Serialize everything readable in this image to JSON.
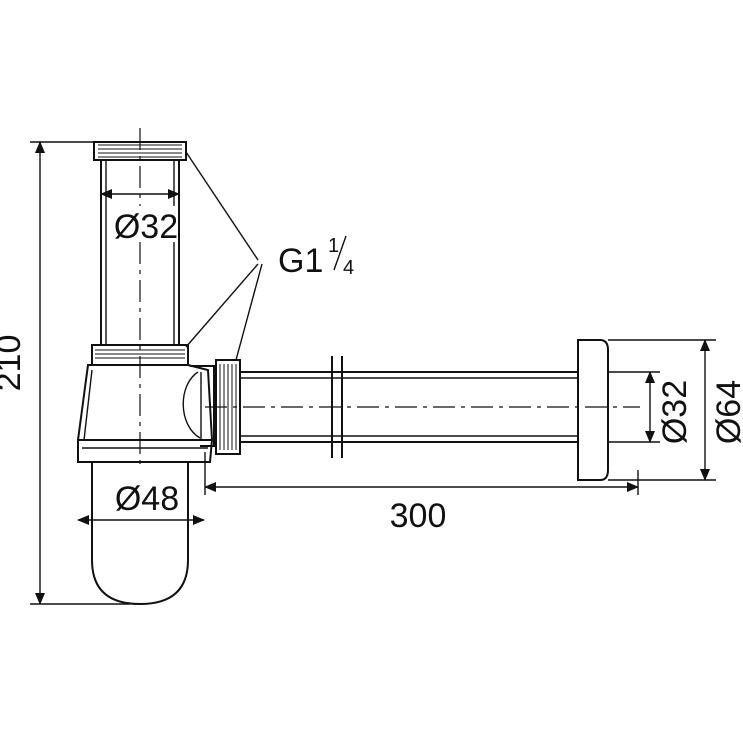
{
  "dimensions": {
    "total_height": "210",
    "inlet_diameter": "Ø32",
    "bottle_diameter": "Ø48",
    "outlet_length": "300",
    "outlet_diameter": "Ø32",
    "rosette_diameter": "Ø64"
  },
  "thread": {
    "main": "G1",
    "num": "1",
    "den": "4"
  }
}
